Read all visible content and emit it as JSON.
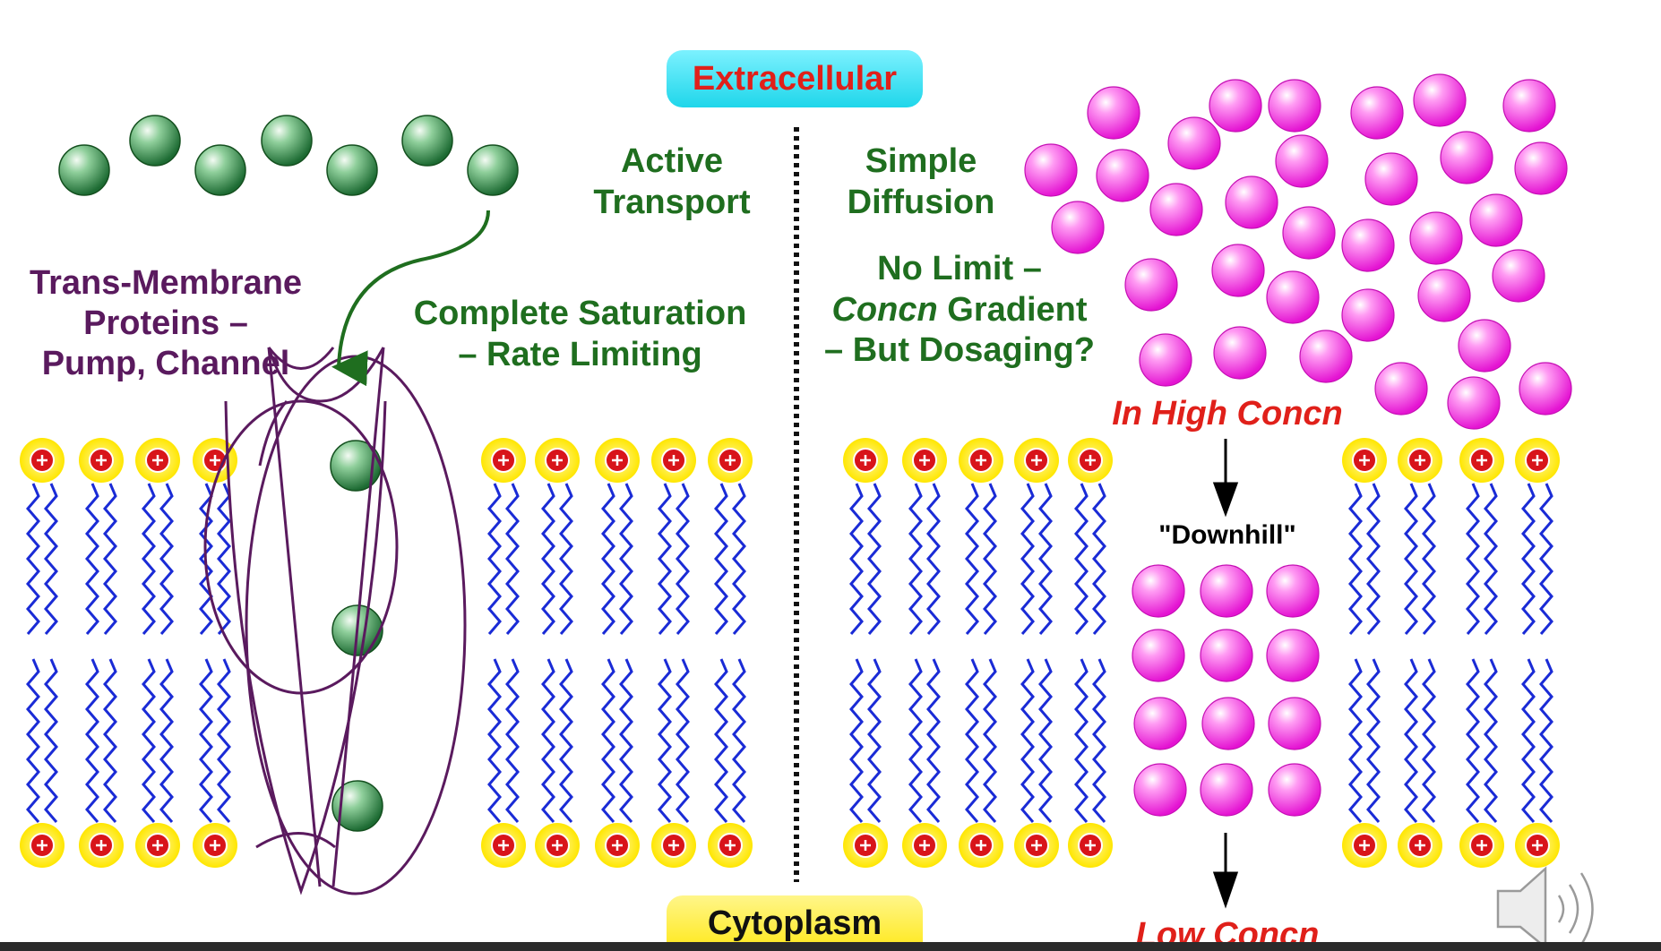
{
  "labels": {
    "extracellular": "Extracellular",
    "cytoplasm": "Cytoplasm",
    "active_transport": [
      "Active",
      "Transport"
    ],
    "simple_diffusion": [
      "Simple",
      "Diffusion"
    ],
    "trans_membrane": [
      "Trans-Membrane",
      "Proteins –",
      "Pump, Channel"
    ],
    "saturation": [
      "Complete Saturation",
      "– Rate Limiting"
    ],
    "no_limit": {
      "line1": "No Limit –",
      "line2_italic": "Concn",
      "line2_rest": " Gradient",
      "line3": "– But Dosaging?"
    },
    "high_concn": "In High Concn",
    "downhill": "\"Downhill\"",
    "low_concn": "Low Concn"
  },
  "colors": {
    "green_text": "#1f6e1f",
    "purple_text": "#5a1a5e",
    "red_text": "#e0201a",
    "extracellular_pill": "#33e4f4",
    "cytoplasm_pill": "#fff13a",
    "lipid_tail": "#1a2bd6",
    "lipid_head_ring": "#ffee2e",
    "lipid_head_core": "#d8141a",
    "green_molecule": "#2e8b45",
    "pink_molecule": "#f02ee0",
    "protein_outline": "#5a1a5e"
  },
  "icons": {
    "speaker": "speaker-volume-icon"
  }
}
